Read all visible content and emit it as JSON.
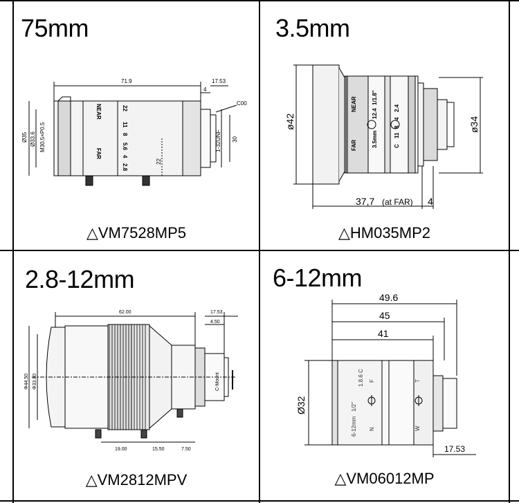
{
  "lenses": [
    {
      "title": "75mm",
      "caption": "△VM7528MP5",
      "dims": {
        "overall": "71.9",
        "flange": "17.53",
        "mount_w": "4",
        "dia_outer": "Ø35",
        "dia_inner": "Ø33.6",
        "thread": "M30.5×P0.5",
        "cmount": "1-32UNF",
        "mount_dia": "30",
        "knob": "22",
        "ring_label": "C00"
      },
      "scale": [
        "22",
        "11",
        "8",
        "5.6",
        "4",
        "2.8"
      ],
      "near": "NEAR",
      "far": "FAR"
    },
    {
      "title": "3.5mm",
      "caption": "△HM035MP2",
      "dims": {
        "dia_left": "ø42",
        "dia_right": "ø34",
        "length": "37,7",
        "length_note": "(at FAR)",
        "flange": "4"
      },
      "ring_text": [
        "1/1.8\"",
        "12.4",
        "3.5mm",
        "C",
        "11",
        "8",
        "4",
        "2.4"
      ],
      "near": "NEAR",
      "far": "FAR"
    },
    {
      "title": "2.8-12mm",
      "caption": "△VM2812MPV",
      "dims": {
        "overall": "62.00",
        "flange": "17.53",
        "mount_w": "4.50",
        "dia_outer": "Φ44.50",
        "dia_inner": "Φ33.80",
        "cmount": "C-Mount",
        "seg_a": "19.00",
        "seg_b": "15.50",
        "seg_c": "7.50"
      }
    },
    {
      "title": "6-12mm",
      "caption": "△VM06012MP",
      "dims": {
        "d1": "49.6",
        "d2": "45",
        "d3": "41",
        "dia": "Ø32",
        "flange": "17.53"
      },
      "ring_text": [
        "6-12mm",
        "1/2\"",
        "1.8.6",
        "C",
        "N",
        "F",
        "T",
        "W"
      ]
    }
  ]
}
